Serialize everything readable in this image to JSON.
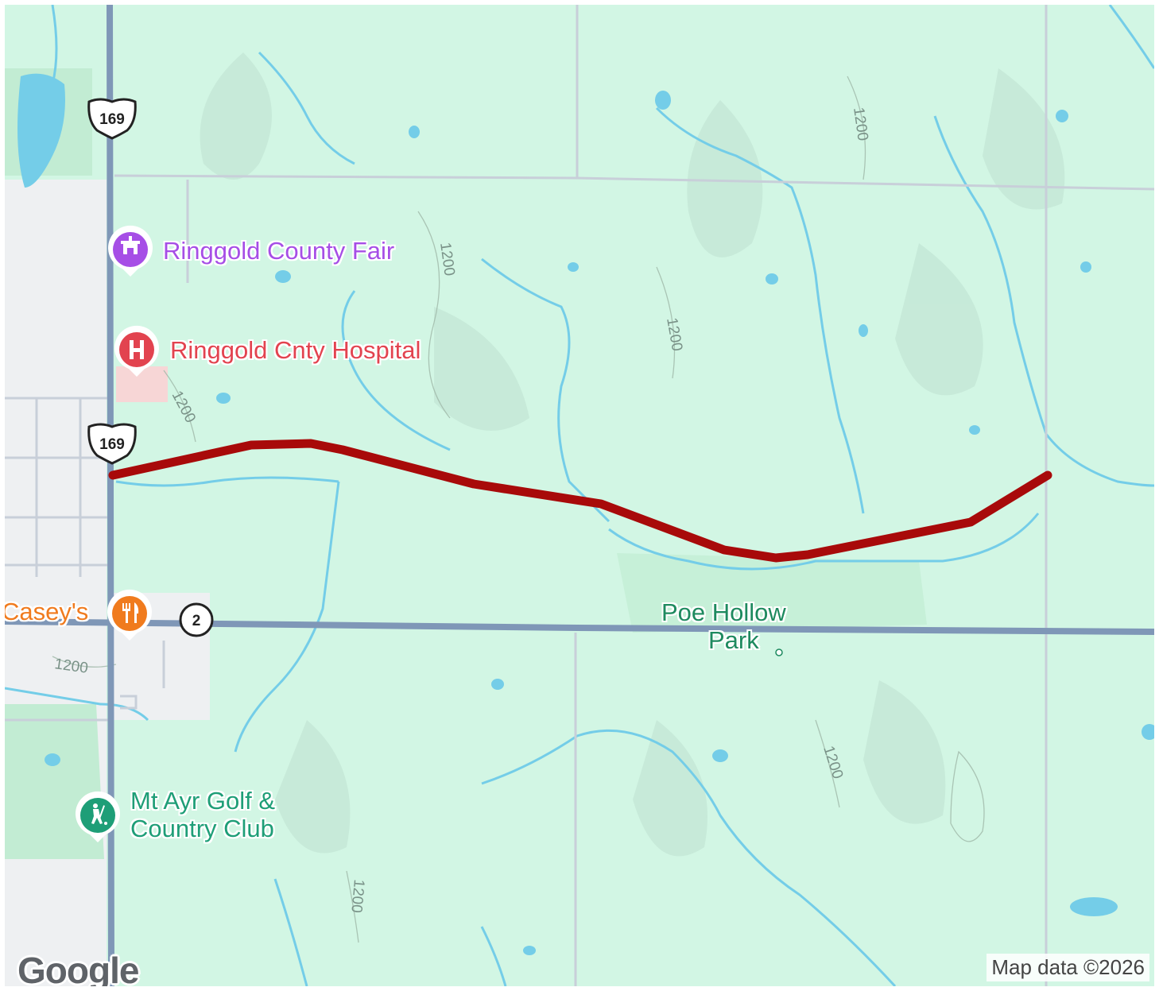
{
  "map": {
    "colors": {
      "land": "#d2f6e4",
      "urban": "#eef0f2",
      "water": "#74cde8",
      "road_major": "#7f97b7",
      "road_minor": "#c8cfd9",
      "route": "#a80a0a",
      "contour": "#9fb8a8"
    },
    "contour_labels": [
      "1200",
      "1200",
      "1200",
      "1200",
      "1200",
      "1200",
      "1200"
    ],
    "highway_shields": [
      {
        "label": "169",
        "type": "us-highway"
      },
      {
        "label": "169",
        "type": "us-highway"
      },
      {
        "label": "2",
        "type": "state-highway"
      }
    ],
    "pois": [
      {
        "name": "Ringgold County Fair",
        "icon": "fairground-icon",
        "color": "#a64ee6"
      },
      {
        "name": "Ringgold Cnty Hospital",
        "icon": "hospital-icon",
        "color": "#e2434f"
      },
      {
        "name": "Casey's",
        "icon": "restaurant-icon",
        "color": "#f07b1e"
      },
      {
        "name_line1": "Mt Ayr Golf &",
        "name_line2": "Country Club",
        "icon": "golf-icon",
        "color": "#1e9e77"
      }
    ],
    "park_label_line1": "Poe Hollow",
    "park_label_line2": "Park",
    "park_color": "#1e8a5f",
    "logo": "Google",
    "attribution": "Map data ©2026"
  }
}
